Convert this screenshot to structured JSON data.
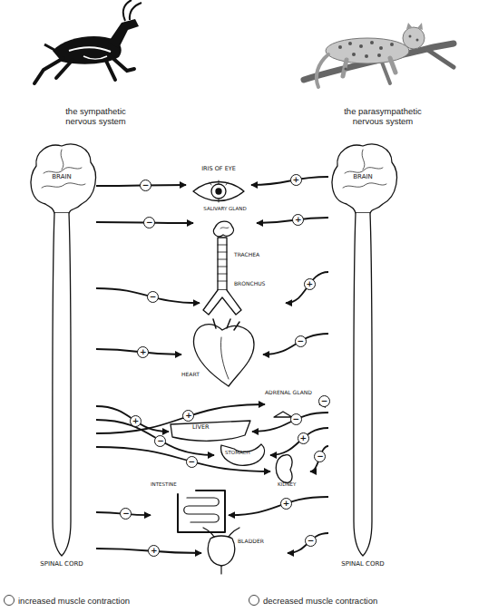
{
  "diagram": {
    "nodes": [
      {
        "text": [
          "BRAIN",
          "SPINAL CORD"
        ]
      },
      {
        "text": [
          "BRAIN",
          "SPINAL CORD"
        ]
      },
      {
        "text": [
          "IRIS OF EYE"
        ]
      },
      {
        "text": [
          "SALIVARY GLAND"
        ]
      },
      {
        "text": [
          "TRACHEA",
          "BRONCHUS"
        ]
      },
      {
        "text": [
          "HEART"
        ]
      },
      {
        "text": [
          "ADRENAL GLAND"
        ]
      },
      {
        "text": [
          "LIVER"
        ]
      },
      {
        "text": [
          "STOMACH"
        ]
      },
      {
        "text": [
          "KIDNEY"
        ]
      },
      {
        "text": [
          "INTESTINE"
        ]
      },
      {
        "text": [
          "BLADDER"
        ]
      }
    ],
    "edges": [
      {
        "from": 0,
        "to": 2,
        "label": "−",
        "arrow": "to"
      },
      {
        "from": 0,
        "to": 3,
        "label": "−",
        "arrow": "to"
      },
      {
        "from": 0,
        "to": 4,
        "label": "−",
        "arrow": "to"
      },
      {
        "from": 0,
        "to": 5,
        "label": "+",
        "arrow": "to"
      },
      {
        "from": 0,
        "to": 7,
        "label": "+",
        "arrow": "to"
      },
      {
        "from": 0,
        "to": 8,
        "label": "−",
        "arrow": "to"
      },
      {
        "from": 0,
        "to": 6,
        "label": "+",
        "arrow": "to"
      },
      {
        "from": 0,
        "to": 9,
        "label": "−",
        "arrow": "to"
      },
      {
        "from": 0,
        "to": 10,
        "label": "−",
        "arrow": "to"
      },
      {
        "from": 0,
        "to": 11,
        "label": "+",
        "arrow": "to"
      },
      {
        "from": 1,
        "to": 2,
        "label": "+",
        "arrow": "to"
      },
      {
        "from": 1,
        "to": 3,
        "label": "+",
        "arrow": "to"
      },
      {
        "from": 1,
        "to": 4,
        "label": "+",
        "arrow": "to"
      },
      {
        "from": 1,
        "to": 5,
        "label": "−",
        "arrow": "to"
      },
      {
        "from": 1,
        "to": 6,
        "label": "−",
        "arrow": "to"
      },
      {
        "from": 1,
        "to": 7,
        "label": "−",
        "arrow": "to"
      },
      {
        "from": 1,
        "to": 8,
        "label": "+",
        "arrow": "to"
      },
      {
        "from": 1,
        "to": 9,
        "label": "−",
        "arrow": "to"
      },
      {
        "from": 1,
        "to": 10,
        "label": "+",
        "arrow": "to"
      },
      {
        "from": 1,
        "to": 11,
        "label": "−",
        "arrow": "to"
      }
    ],
    "labels": [
      "the sympathetic nervous system",
      "the parasympathetic nervous system"
    ],
    "legend": [
      {
        "text": "increased muscle contraction"
      },
      {
        "text": "decreased muscle contraction"
      }
    ]
  }
}
